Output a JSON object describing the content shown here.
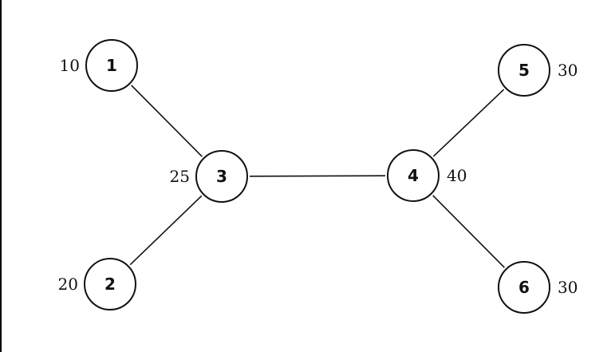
{
  "nodes": [
    {
      "id": "1",
      "weight": "10"
    },
    {
      "id": "2",
      "weight": "20"
    },
    {
      "id": "3",
      "weight": "25"
    },
    {
      "id": "4",
      "weight": "40"
    },
    {
      "id": "5",
      "weight": "30"
    },
    {
      "id": "6",
      "weight": "30"
    }
  ],
  "edges": [
    [
      "1",
      "3"
    ],
    [
      "2",
      "3"
    ],
    [
      "3",
      "4"
    ],
    [
      "4",
      "5"
    ],
    [
      "4",
      "6"
    ]
  ]
}
